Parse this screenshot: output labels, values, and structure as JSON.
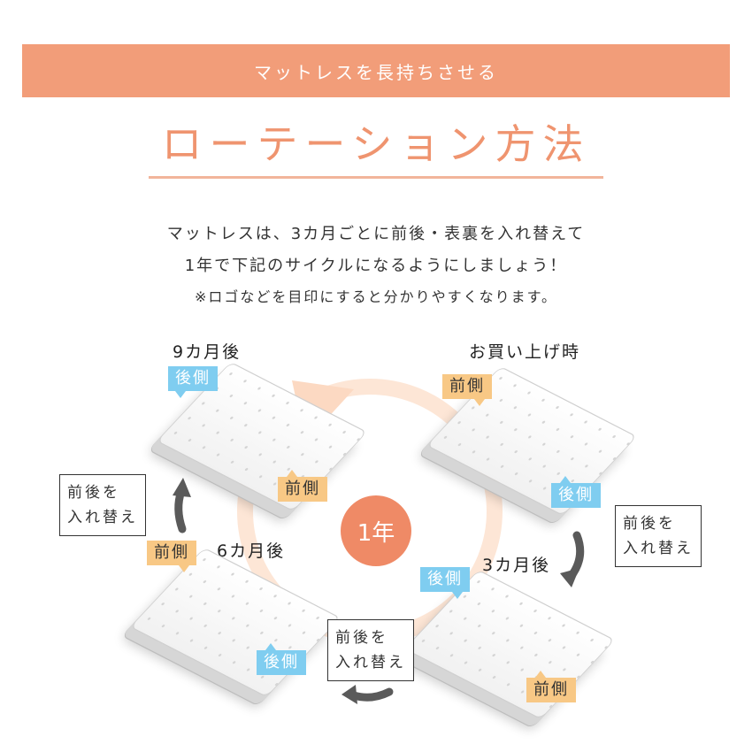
{
  "banner": {
    "text": "マットレスを長持ちさせる"
  },
  "title": "ローテーション方法",
  "description": {
    "line1": "マットレスは、3カ月ごとに前後・表裏を入れ替えて",
    "line2": "1年で下記のサイクルになるようにしましょう！",
    "line3": "※ロゴなどを目印にすると分かりやすくなります。"
  },
  "cycle": {
    "center_label": "1年",
    "stages": {
      "purchase": {
        "title": "お買い上げ時",
        "top_label": "前側",
        "bottom_label": "後側"
      },
      "month3": {
        "title": "3カ月後",
        "top_label": "後側",
        "bottom_label": "前側"
      },
      "month6": {
        "title": "6カ月後",
        "top_label": "前側",
        "bottom_label": "後側"
      },
      "month9": {
        "title": "9カ月後",
        "top_label": "後側",
        "bottom_label": "前側"
      }
    },
    "swap_right": {
      "line1": "前後を",
      "line2": "入れ替え"
    },
    "swap_bottom": {
      "line1": "前後を",
      "line2": "入れ替え"
    },
    "swap_left": {
      "line1": "前後を",
      "line2": "入れ替え"
    }
  },
  "colors": {
    "banner": "#f29d79",
    "title": "#ef946f",
    "ring": "#fde6d6",
    "center": "#ef8a66",
    "back_label": "#7fcdf0",
    "front_label": "#f8c885",
    "arrow": "#555555"
  }
}
